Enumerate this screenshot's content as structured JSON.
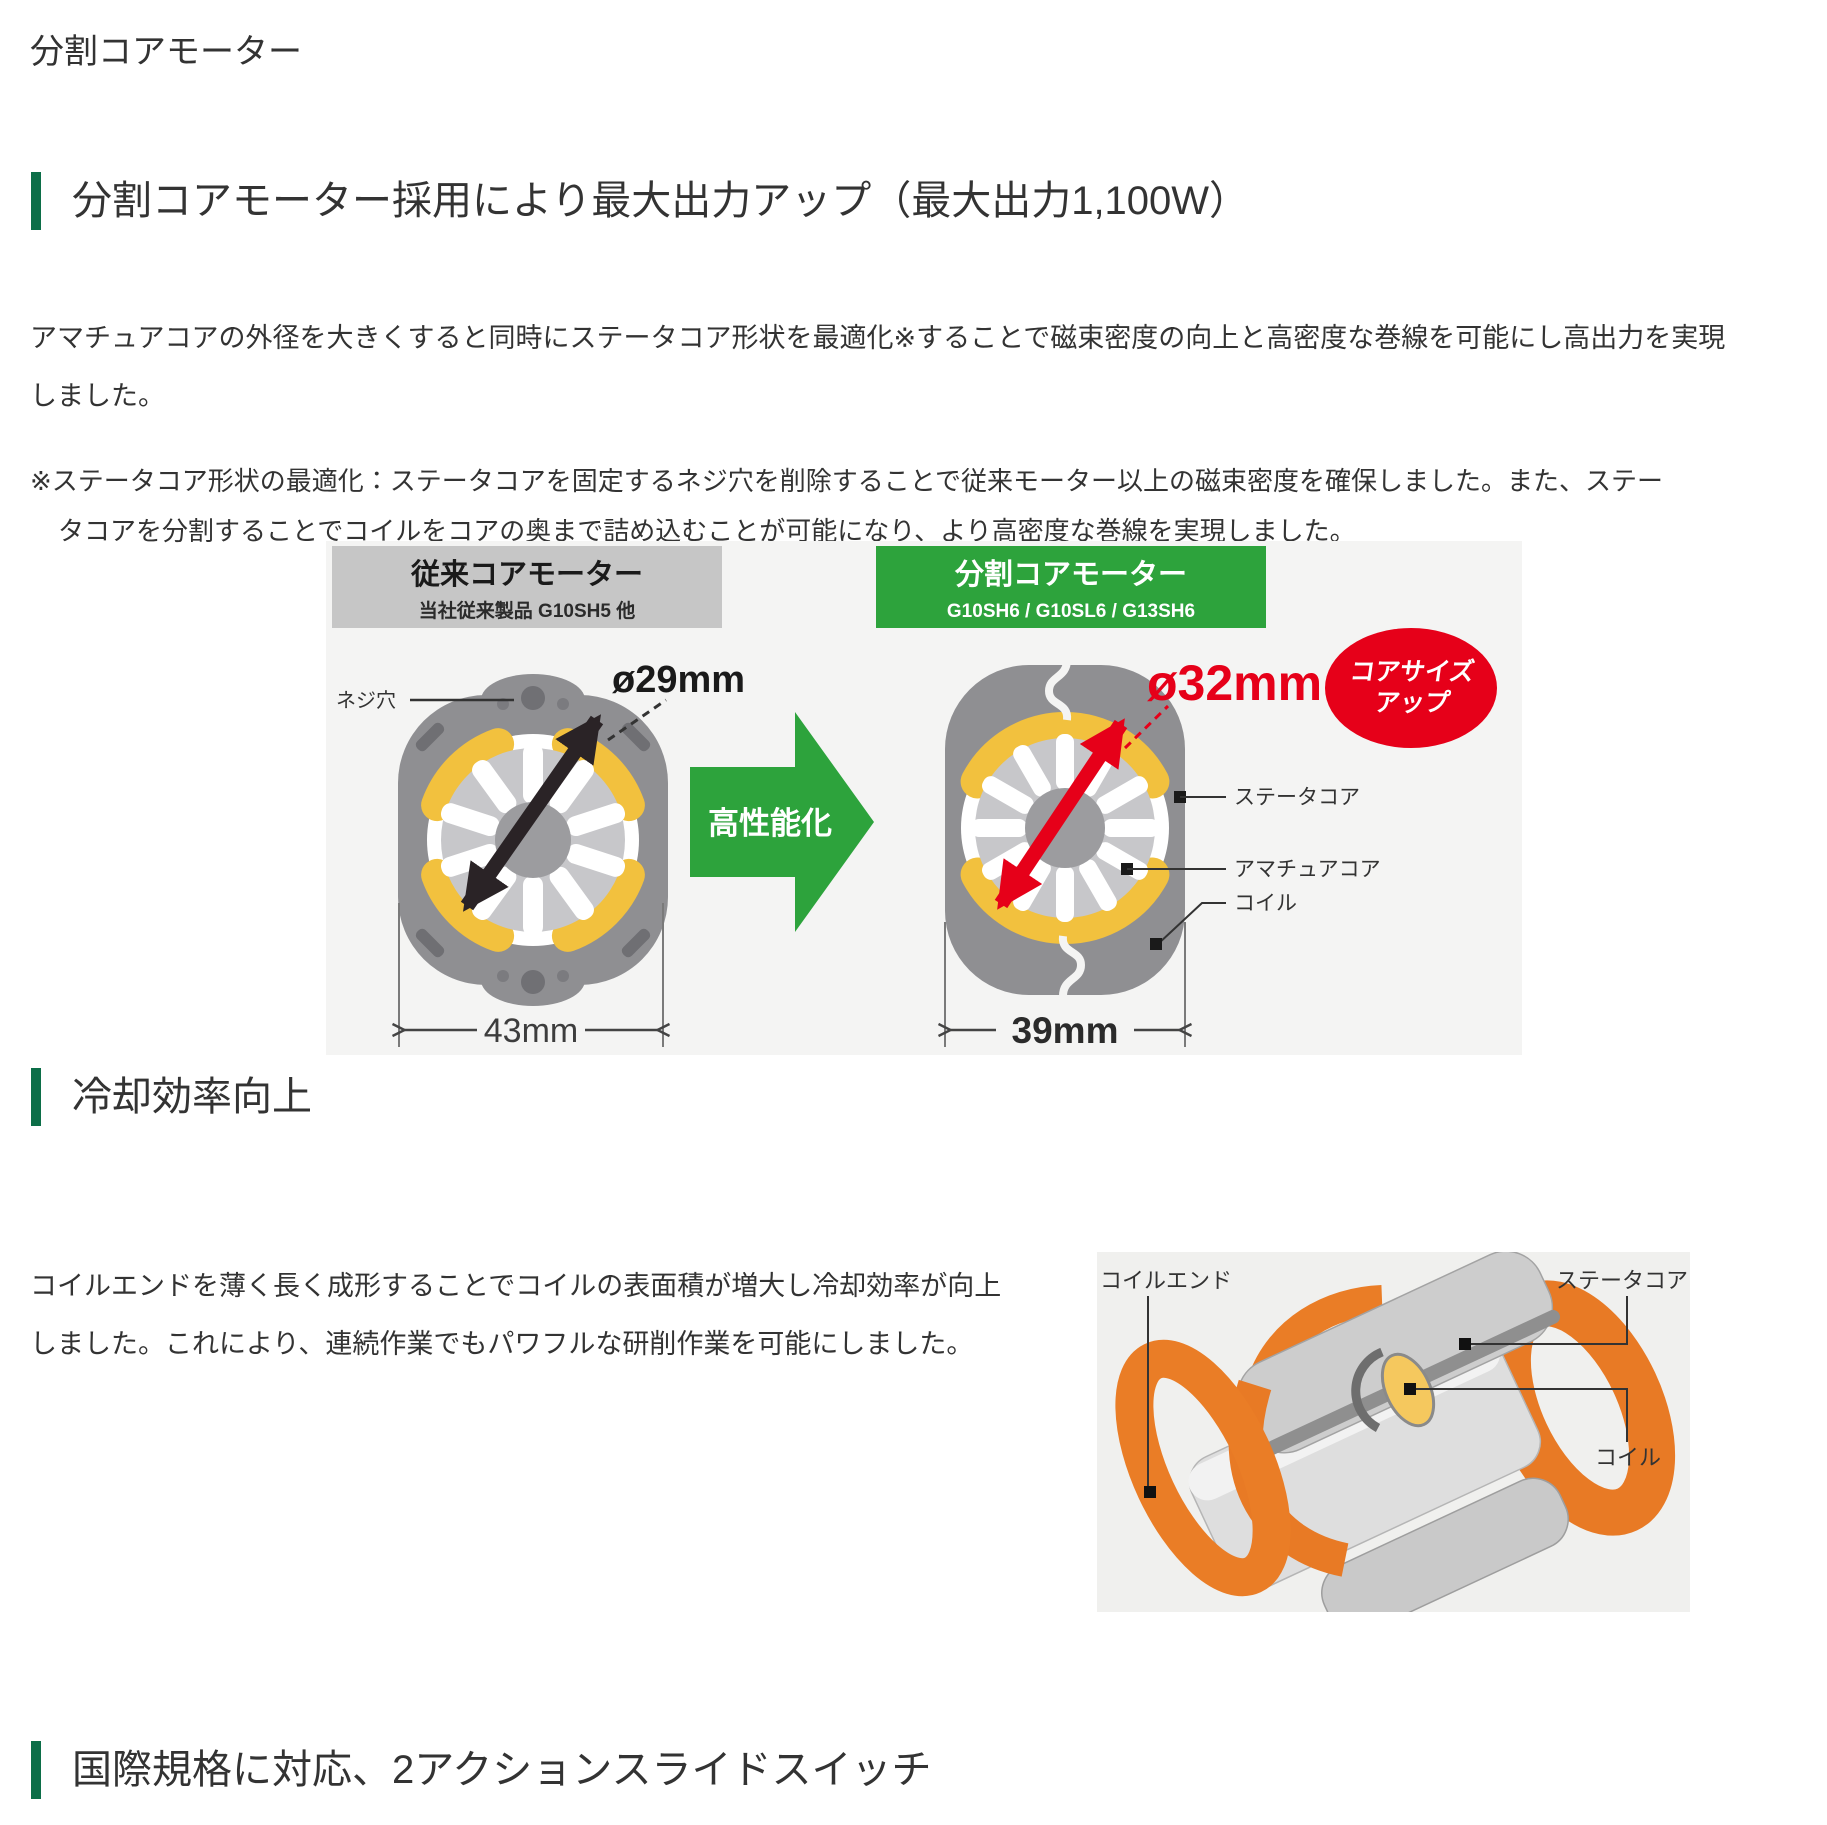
{
  "page": {
    "title": "分割コアモーター"
  },
  "sections": {
    "power": {
      "heading": "分割コアモーター採用により最大出力アップ（最大出力1,100W）",
      "para_line1": "アマチュアコアの外径を大きくすると同時にステータコア形状を最適化※することで磁束密度の向上と高密度な巻線を可能にし高出力を実現",
      "para_line2": "しました。",
      "note_line1": "※ステータコア形状の最適化：ステータコアを固定するネジ穴を削除することで従来モーター以上の磁束密度を確保しました。また、ステー",
      "note_line2": "タコアを分割することでコイルをコアの奥まで詰め込むことが可能になり、より高密度な巻線を実現しました。"
    },
    "cooling": {
      "heading": "冷却効率向上",
      "para_line1": "コイルエンドを薄く長く成形することでコイルの表面積が増大し冷却効率が向上",
      "para_line2": "しました。これにより、連続作業でもパワフルな研削作業を可能にしました。"
    },
    "switch": {
      "heading": "国際規格に対応、2アクションスライドスイッチ"
    }
  },
  "diagram": {
    "legacy": {
      "title": "従来コアモーター",
      "subtitle": "当社従来製品 G10SH5 他",
      "screw_label": "ネジ穴",
      "diameter": "ø29mm",
      "width_dim": "43mm"
    },
    "split": {
      "title": "分割コアモーター",
      "subtitle": "G10SH6 / G10SL6 / G13SH6",
      "diameter": "ø32mm",
      "width_dim": "39mm",
      "label_stator": "ステータコア",
      "label_armature": "アマチュアコア",
      "label_coil": "コイル"
    },
    "arrow_label": "高性能化",
    "badge_line1": "コアサイズ",
    "badge_line2": "アップ"
  },
  "coil_figure": {
    "label_coil_end": "コイルエンド",
    "label_stator": "ステータコア",
    "label_coil": "コイル"
  },
  "colors": {
    "heading_bar_green": "#0c6e48",
    "bright_green": "#2da33c",
    "accent_red": "#e60019",
    "coil_yellow": "#f2c13e",
    "stator_gray": "#8f8f92",
    "coil_orange": "#e87a25",
    "diagram_bg": "#f4f4f3",
    "text": "#333333"
  }
}
